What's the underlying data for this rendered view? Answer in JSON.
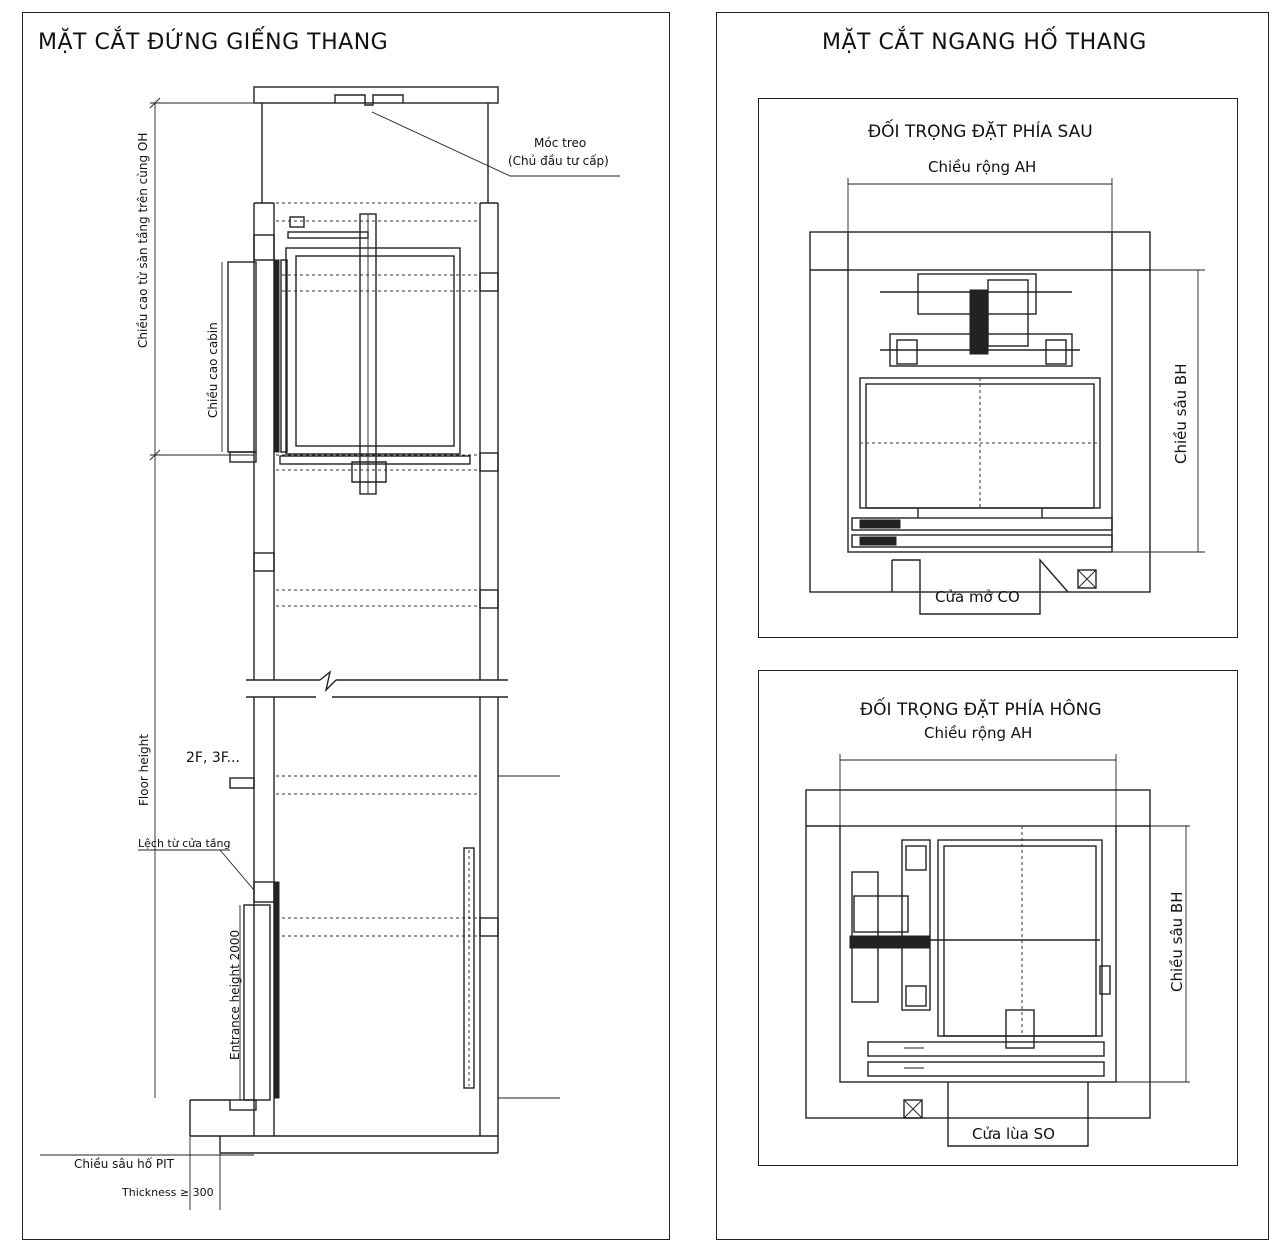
{
  "left_panel": {
    "title": "MẶT CẮT ĐỨNG GIẾNG THANG",
    "labels": {
      "hook_line1": "Móc treo",
      "hook_line2": "(Chủ đầu tư cấp)",
      "overhead": "Chiều cao từ sàn tầng trên cùng OH",
      "car_height": "Chiều cao cabin",
      "floor_height": "Floor height",
      "floors": "2F, 3F...",
      "floor_tolerance": "Lệch từ cửa tầng",
      "entrance_height": "Entrance height 2000",
      "pit_depth": "Chiều sâu hố PIT",
      "thickness": "Thickness ≥ 300"
    }
  },
  "right_panel": {
    "title": "MẶT CẮT NGANG HỐ THANG",
    "plan_rear": {
      "title": "ĐỐI TRỌNG ĐẶT PHÍA SAU",
      "width_label": "Chiều rộng AH",
      "depth_label": "Chiều sâu BH",
      "door_label": "Cửa mở CO"
    },
    "plan_side": {
      "title": "ĐỐI TRỌNG ĐẶT PHÍA HÔNG",
      "width_label": "Chiều rộng AH",
      "depth_label": "Chiều sâu BH",
      "door_label": "Cửa lùa SO"
    }
  }
}
